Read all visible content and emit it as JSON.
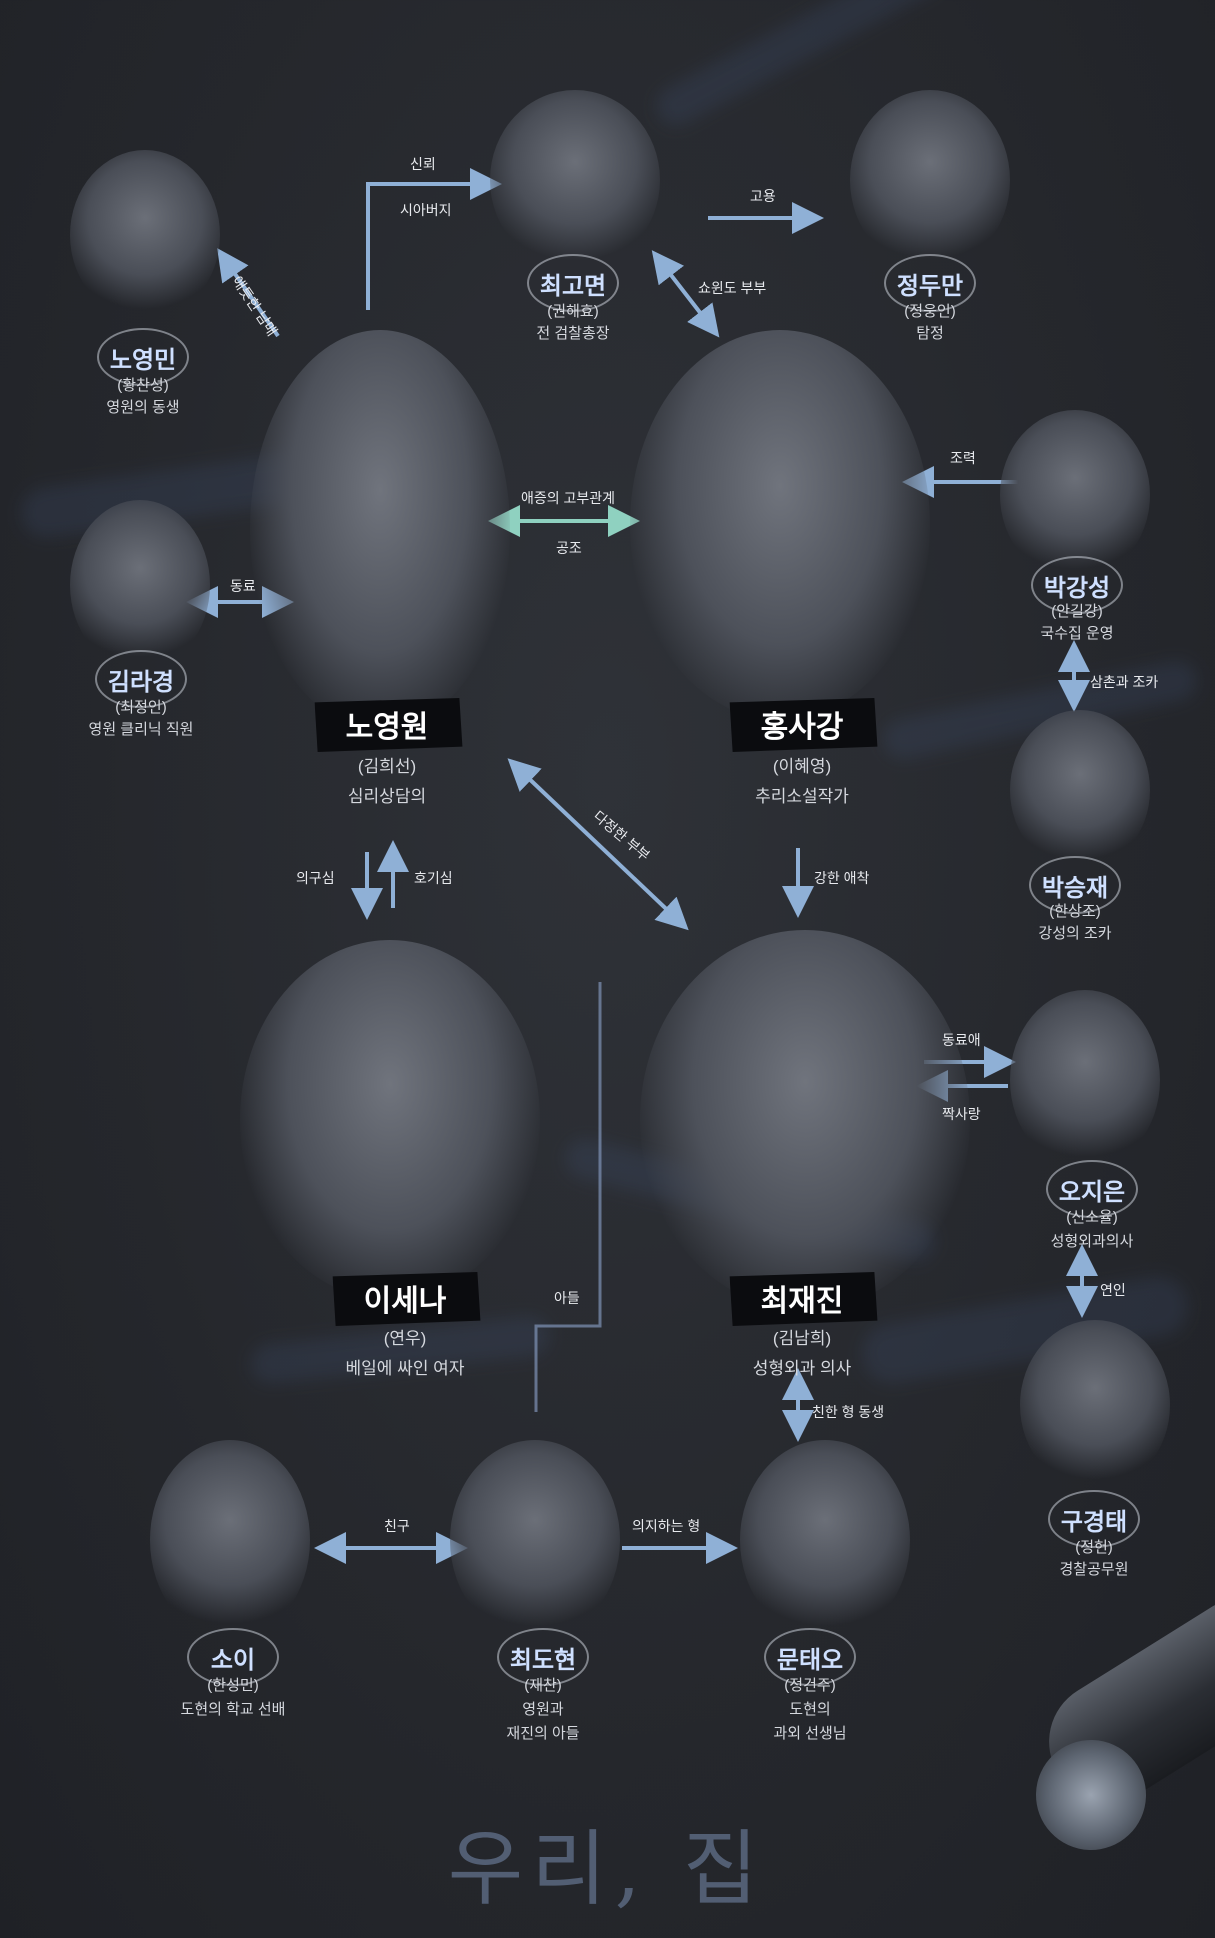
{
  "title": "우리, 집",
  "main_characters": {
    "no_youngwon": {
      "name": "노영원",
      "actor": "(김희선)",
      "role": "심리상담의"
    },
    "hong_sagang": {
      "name": "홍사강",
      "actor": "(이혜영)",
      "role": "추리소설작가"
    },
    "lee_sena": {
      "name": "이세나",
      "actor": "(연우)",
      "role": "베일에 싸인 여자"
    },
    "choi_jaejin": {
      "name": "최재진",
      "actor": "(김남희)",
      "role": "성형외과 의사"
    }
  },
  "characters": {
    "no_youngmin": {
      "name": "노영민",
      "actor": "(황찬성)",
      "role": "영원의 동생"
    },
    "choi_gomyeon": {
      "name": "최고면",
      "actor": "(권해효)",
      "role": "전 검찰총장"
    },
    "jung_duman": {
      "name": "정두만",
      "actor": "(정웅인)",
      "role": "탐정"
    },
    "kim_ragyeong": {
      "name": "김라경",
      "actor": "(최정인)",
      "role": "영원 클리닉 직원"
    },
    "park_gangseong": {
      "name": "박강성",
      "actor": "(안길강)",
      "role": "국수집 운영"
    },
    "park_seungjae": {
      "name": "박승재",
      "actor": "(한상조)",
      "role": "강성의 조카"
    },
    "oh_jieun": {
      "name": "오지은",
      "actor": "(신소율)",
      "role": "성형외과의사"
    },
    "gu_gyeongtae": {
      "name": "구경태",
      "actor": "(정헌)",
      "role": "경찰공무원"
    },
    "soi": {
      "name": "소이",
      "actor": "(한성민)",
      "role": "도현의 학교 선배"
    },
    "choi_dohyeon": {
      "name": "최도현",
      "actor": "(재찬)",
      "role_1": "영원과",
      "role_2": "재진의 아들"
    },
    "mun_taeo": {
      "name": "문태오",
      "actor": "(정건주)",
      "role_1": "도현의",
      "role_2": "과외 선생님"
    }
  },
  "relations": {
    "sibling": "애틋한 남매",
    "trust": "신뢰",
    "father_in_law": "시아버지",
    "employ": "고용",
    "show_window": "쇼윈도 부부",
    "cooperate": "조력",
    "in_law_love_hate_1": "애증의 고부관계",
    "in_law_love_hate_2": "공조",
    "coworker": "동료",
    "uncle_nephew": "삼촌과 조카",
    "suspicion": "의구심",
    "curiosity": "호기심",
    "warm_couple": "다정한 부부",
    "strong_attachment": "강한 애착",
    "coworker_love": "동료애",
    "crush": "짝사랑",
    "lovers": "연인",
    "son": "아들",
    "close_brother": "친한 형 동생",
    "friend": "친구",
    "reliant_brother": "의지하는 형"
  }
}
